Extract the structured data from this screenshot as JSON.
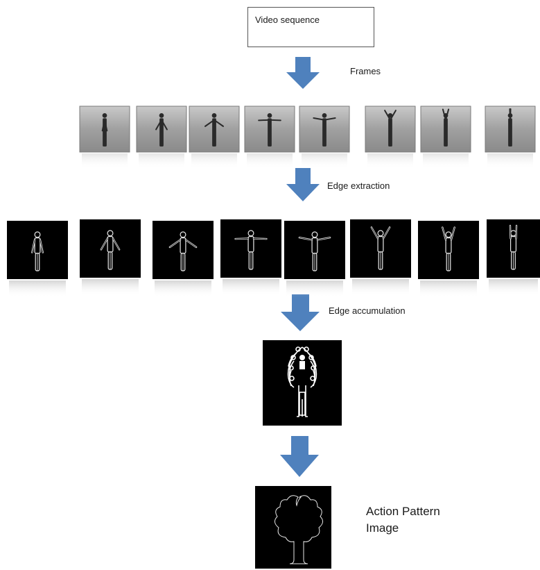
{
  "input": {
    "label": "Video sequence"
  },
  "stages": [
    {
      "label": "Frames"
    },
    {
      "label": "Edge extraction"
    },
    {
      "label": "Edge accumulation"
    }
  ],
  "output": {
    "label_line1": "Action Pattern",
    "label_line2": "Image"
  },
  "frames": [
    {
      "pose": "arms-down"
    },
    {
      "pose": "arms-low"
    },
    {
      "pose": "arms-mid"
    },
    {
      "pose": "arms-horizontal"
    },
    {
      "pose": "arms-slightly-up"
    },
    {
      "pose": "arms-up"
    },
    {
      "pose": "arms-high"
    },
    {
      "pose": "arms-overhead"
    }
  ],
  "colors": {
    "arrow": "#4f81bd",
    "frame_gray": "#9a9a9a",
    "edge_bg": "#000000",
    "edge_line": "#e8e8e8"
  },
  "icons": {
    "flow": "down-arrow-icon"
  }
}
